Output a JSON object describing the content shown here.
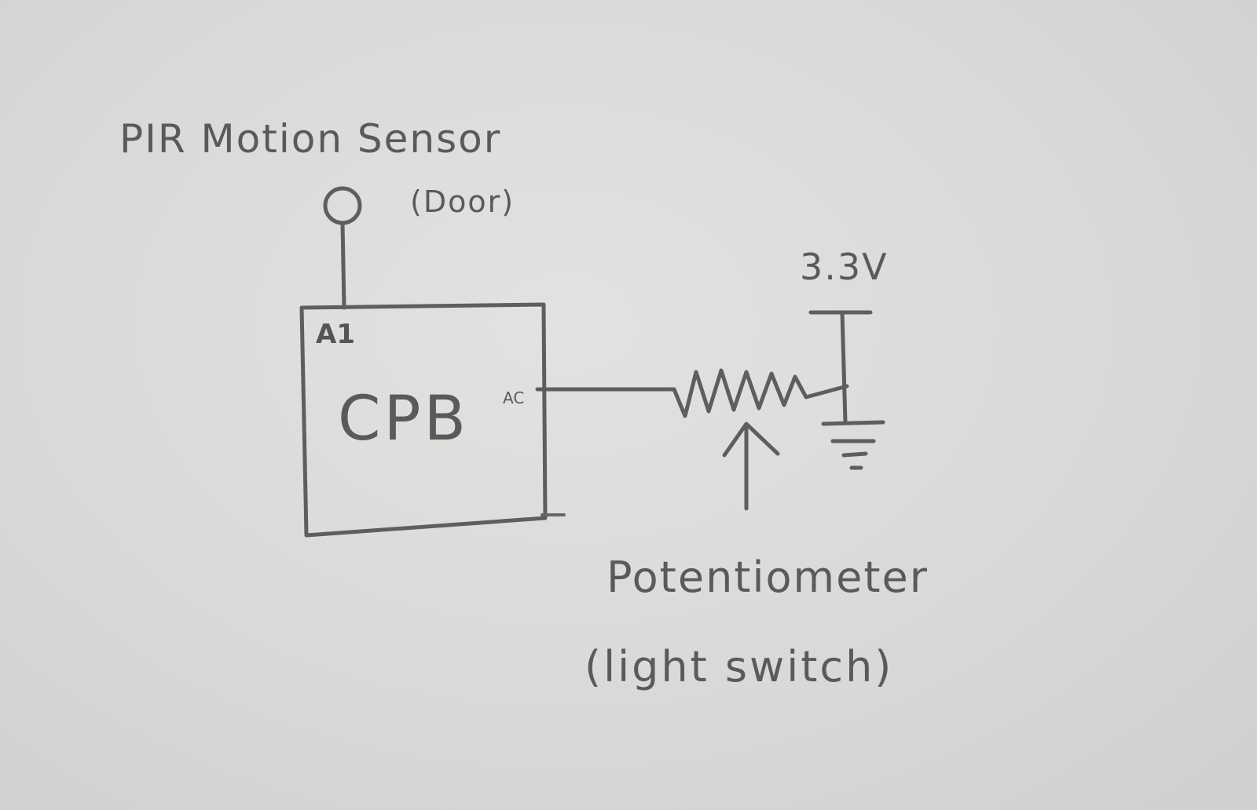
{
  "labels": {
    "sensor_title": "PIR Motion Sensor",
    "sensor_sub": "(Door)",
    "supply": "3.3V",
    "pin_a1": "A1",
    "board": "CPB",
    "pin_ac": "AC",
    "pot_title": "Potentiometer",
    "pot_sub": "(light switch)"
  },
  "colors": {
    "paper": "#dcdcda",
    "pencil": "#5e5e5e"
  }
}
